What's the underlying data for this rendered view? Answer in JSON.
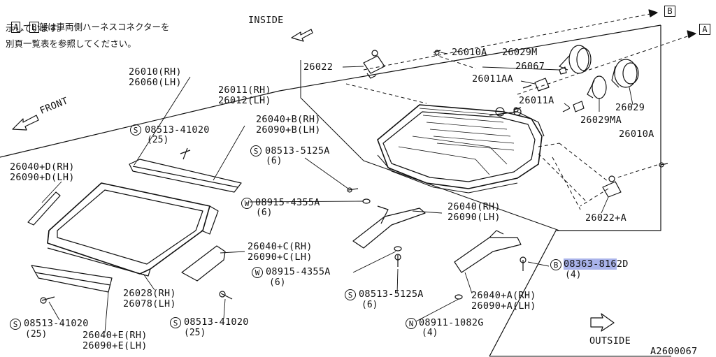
{
  "note": {
    "box_a": "A",
    "sep": "、",
    "box_b": "B",
    "line1_rest": "部は車両側ハーネスコネクターを",
    "line2": "示しています。",
    "line3": "別頁一覧表を参照してください。"
  },
  "directions": {
    "inside": "INSIDE",
    "front": "FRONT",
    "outside": "OUTSIDE"
  },
  "ref_markers": {
    "a": "A",
    "b": "B"
  },
  "diagram_id": "A2600067",
  "symbols": {
    "s": "S",
    "w": "W",
    "b": "B",
    "n": "N"
  },
  "parts": {
    "p26022": "26022",
    "p26010a_top": "26010A",
    "p26029m": "26029M",
    "p26067": "26067",
    "p26011aa": "26011AA",
    "p26011a": "26011A",
    "p26029": "26029",
    "p26029ma": "26029MA",
    "p26010a_right": "26010A",
    "p26022a": "26022+A",
    "p26010_rh": "26010(RH)",
    "p26060_lh": "26060(LH)",
    "p26011_rh": "26011(RH)",
    "p26012_lh": "26012(LH)",
    "p26040b_rh": "26040+B(RH)",
    "p26090b_lh": "26090+B(LH)",
    "s_41020_top": "08513-41020",
    "q25_top": "(25)",
    "s_5125a_top": "08513-5125A",
    "q6_top": "(6)",
    "p26040d_rh": "26040+D(RH)",
    "p26090d_lh": "26090+D(LH)",
    "w_4355a_top": "08915-4355A",
    "q6_w_top": "(6)",
    "p26040_rh": "26040(RH)",
    "p26090_lh": "26090(LH)",
    "p26040c_rh": "26040+C(RH)",
    "p26090c_lh": "26090+C(LH)",
    "w_4355a_bot": "08915-4355A",
    "q6_w_bot": "(6)",
    "b_8162d_hl": "08363-816",
    "b_8162d_rest": "2D",
    "q4_b": "(4)",
    "p26028_rh": "26028(RH)",
    "p26078_lh": "26078(LH)",
    "s_5125a_bot": "08513-5125A",
    "q6_s_bot": "(6)",
    "p26040a_rh": "26040+A(RH)",
    "p26090a_lh": "26090+A(LH)",
    "s_41020_left": "08513-41020",
    "q25_left": "(25)",
    "p26040e_rh": "26040+E(RH)",
    "p26090e_lh": "26090+E(LH)",
    "s_41020_mid": "08513-41020",
    "q25_mid": "(25)",
    "n_1082g": "08911-1082G",
    "q4_n": "(4)"
  },
  "highlight_color": "#a9b3ea"
}
